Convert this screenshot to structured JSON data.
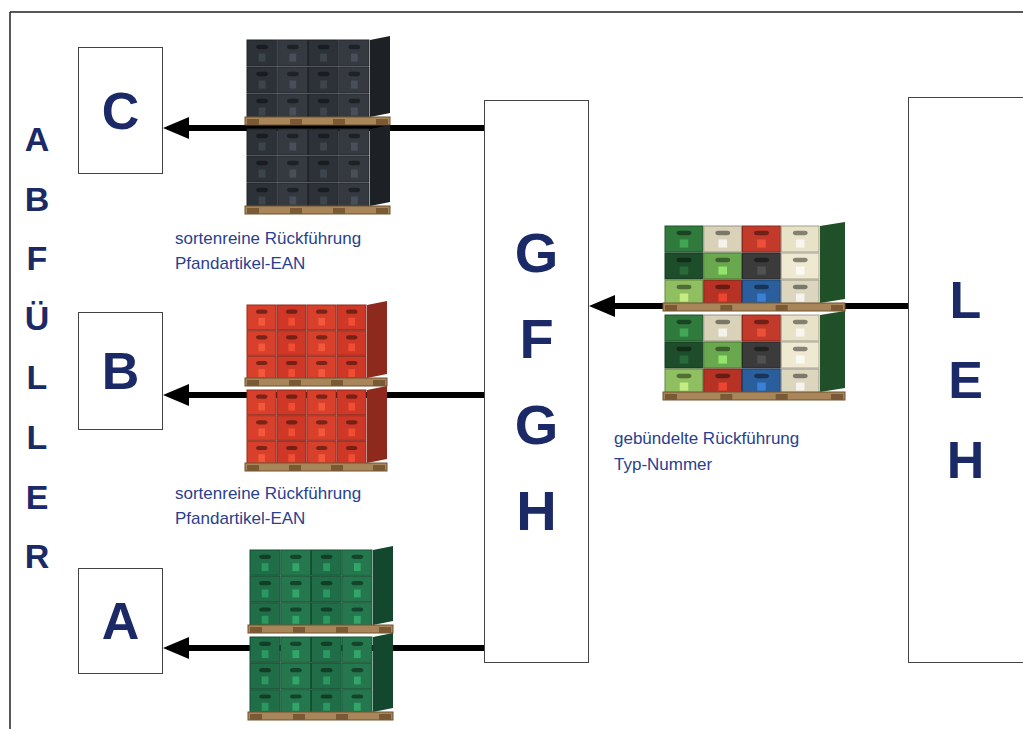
{
  "diagram": {
    "nodes": [
      {
        "text": [
          "C"
        ]
      },
      {
        "text": [
          "B"
        ]
      },
      {
        "text": [
          "A"
        ]
      },
      {
        "text": [
          "G F G H"
        ]
      },
      {
        "text": [
          "L E H"
        ]
      }
    ],
    "edges": [
      {
        "from": 3,
        "to": 0,
        "arrow": "to"
      },
      {
        "from": 3,
        "to": 1,
        "arrow": "to"
      },
      {
        "from": 3,
        "to": 2,
        "arrow": "to"
      },
      {
        "from": 4,
        "to": 3,
        "arrow": "to"
      }
    ],
    "labels": [
      "A B F Ü L L E R",
      "sortenreine Rückführung Pfandartikel-EAN",
      "sortenreine Rückführung Pfandartikel-EAN",
      "gebündelte Rückführung Typ-Nummer"
    ]
  }
}
